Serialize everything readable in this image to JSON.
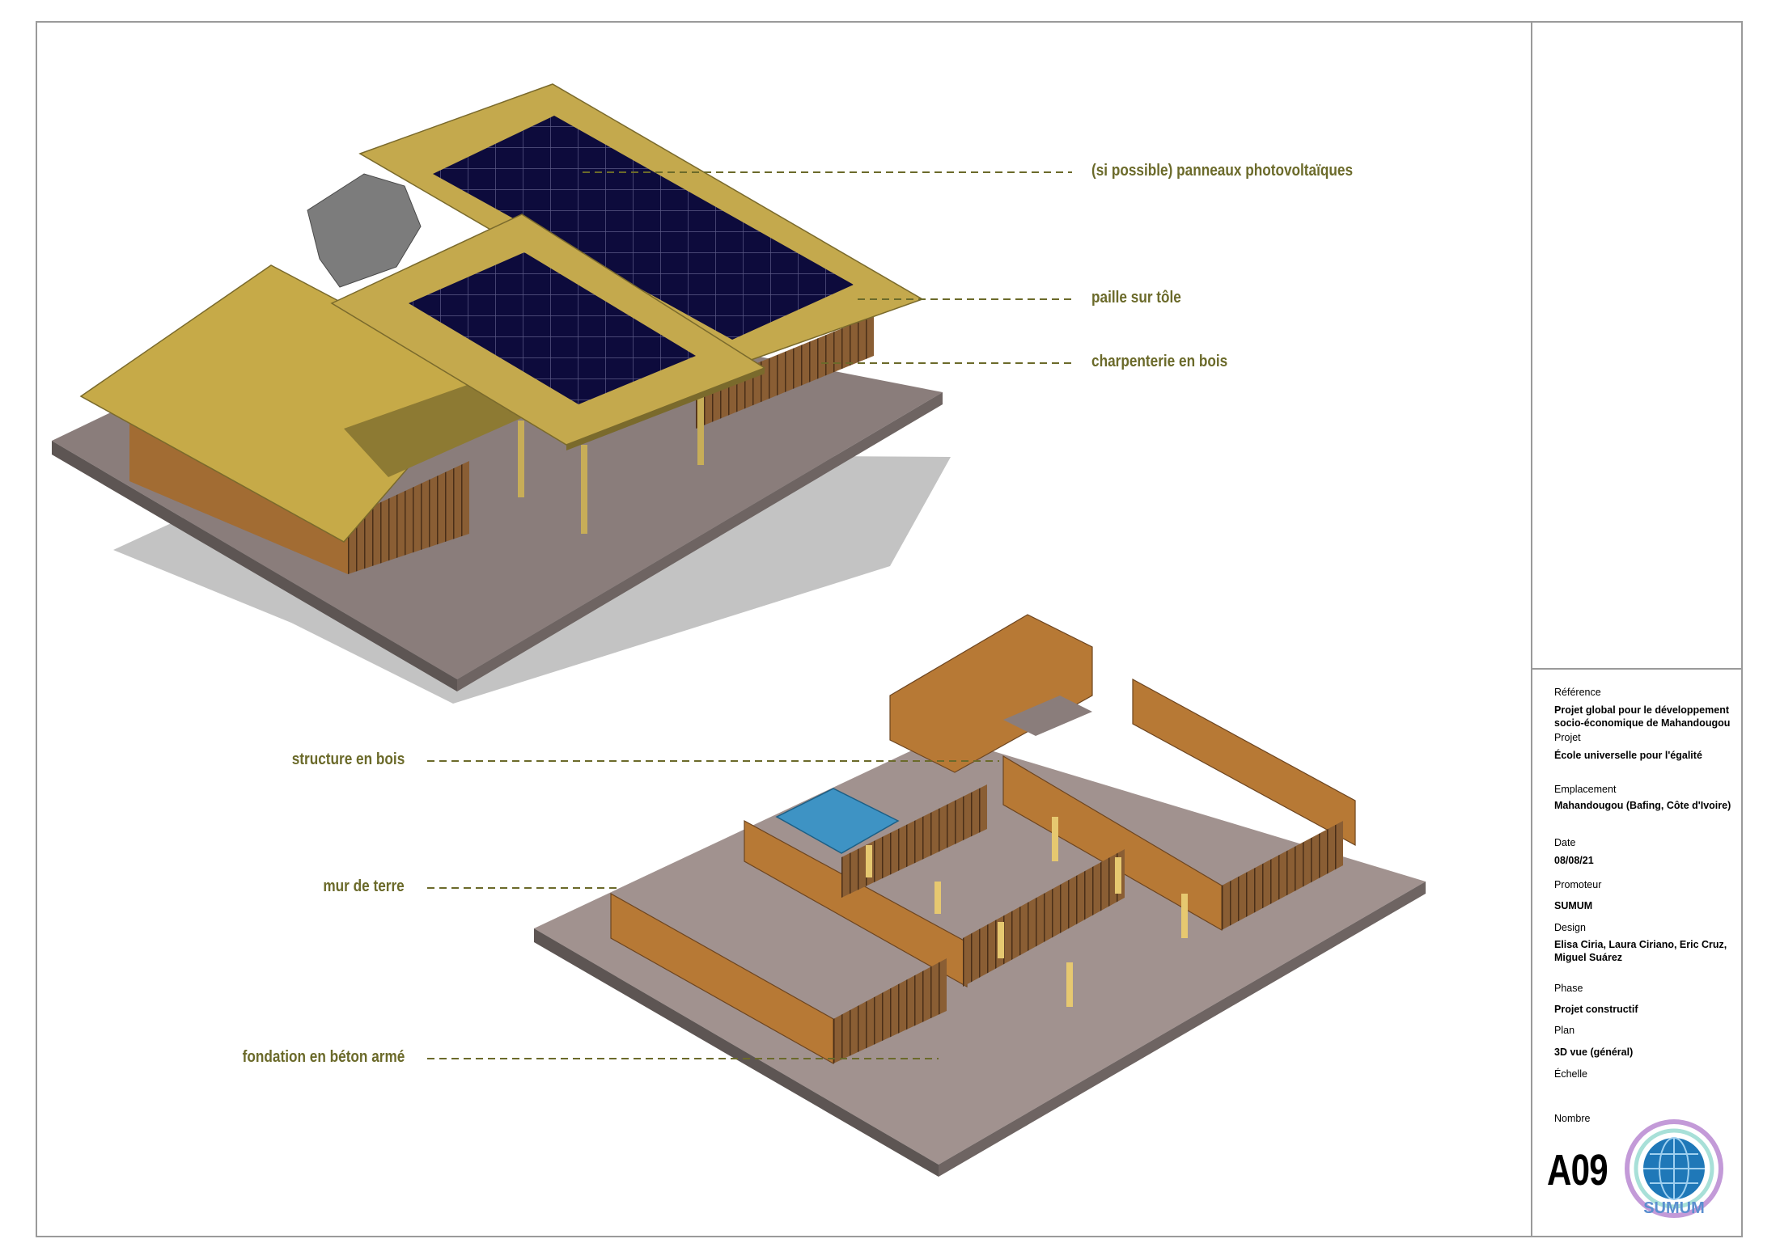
{
  "callouts": {
    "pv_panels": "(si possible) panneaux photovoltaïques",
    "straw_roof": "paille sur tôle",
    "timber_frame": "charpenterie en bois",
    "wood_structure": "structure en bois",
    "earth_wall": "mur de terre",
    "foundation": "fondation en béton armé"
  },
  "title_block": {
    "reference_label": "Référence",
    "reference_value_line1": "Projet global pour le développement",
    "reference_value_line2": "socio-économique de Mahandougou",
    "project_label": "Projet",
    "project_value": "École universelle pour l'égalité",
    "location_label": "Emplacement",
    "location_value": "Mahandougou (Bafing, Côte d'Ivoire)",
    "date_label": "Date",
    "date_value": "08/08/21",
    "promoter_label": "Promoteur",
    "promoter_value": "SUMUM",
    "design_label": "Design",
    "design_value_line1": "Elisa Ciria, Laura Ciriano, Eric Cruz,",
    "design_value_line2": "Miguel Suárez",
    "phase_label": "Phase",
    "phase_value": "Projet constructif",
    "plan_label": "Plan",
    "plan_value": "3D vue (général)",
    "scale_label": "Échelle",
    "number_label": "Nombre",
    "sheet_number": "A09",
    "logo_text": "SUMUM"
  },
  "colors": {
    "roof": "#c4a94d",
    "solar_panel": "#0d0b3c",
    "earth_wall": "#b77935",
    "slab": "#8f8280",
    "water": "#3e93c4",
    "callout_text": "#6b6a2a",
    "leader_line": "#6b6a2a",
    "frame": "#9a9a9a"
  }
}
